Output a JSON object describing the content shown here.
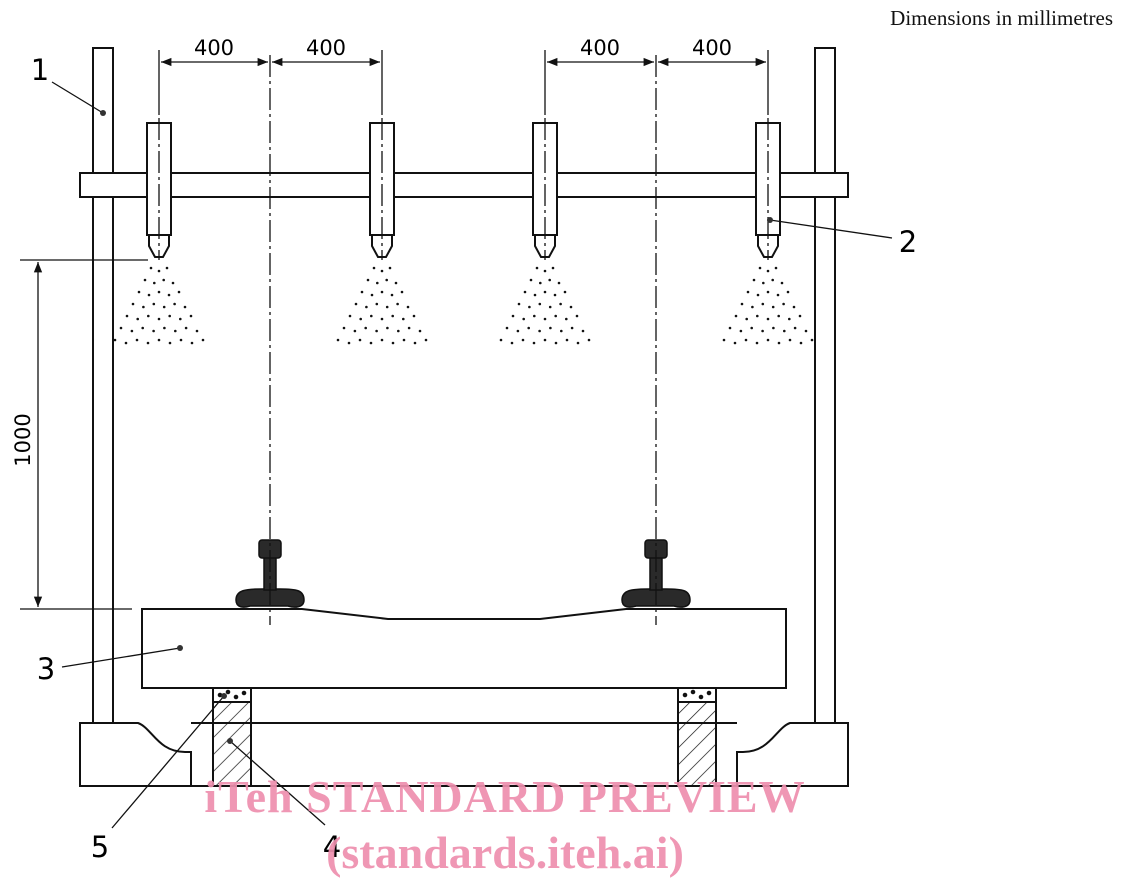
{
  "caption": "Dimensions in millimetres",
  "dimensions": {
    "spacing_1": "400",
    "spacing_2": "400",
    "spacing_3": "400",
    "spacing_4": "400",
    "height": "1000"
  },
  "callouts": {
    "frame": "1",
    "nozzle": "2",
    "sleeper": "3",
    "support": "4",
    "pad": "5"
  },
  "watermark": {
    "line1": "iTeh STANDARD PREVIEW",
    "line2": "(standards.iteh.ai)"
  },
  "colors": {
    "line": "#111111",
    "watermark": "#ee8fae"
  }
}
